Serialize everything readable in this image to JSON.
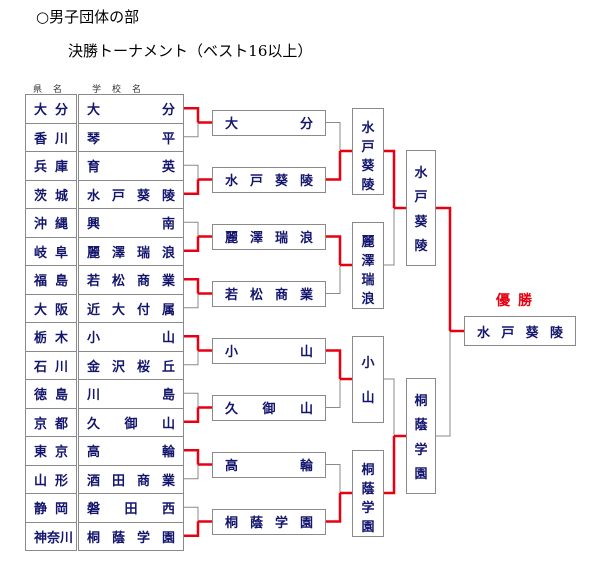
{
  "title": "○男子団体の部",
  "subtitle": "決勝トーナメント（ベスト16以上）",
  "column_headers": {
    "pref": "県　名",
    "school": "学　校　名"
  },
  "entries": [
    {
      "pref": "大分",
      "school": "大分"
    },
    {
      "pref": "香川",
      "school": "琴平"
    },
    {
      "pref": "兵庫",
      "school": "育英"
    },
    {
      "pref": "茨城",
      "school": "水戸葵陵"
    },
    {
      "pref": "沖縄",
      "school": "興南"
    },
    {
      "pref": "岐阜",
      "school": "麗澤瑞浪"
    },
    {
      "pref": "福島",
      "school": "若松商業"
    },
    {
      "pref": "大阪",
      "school": "近大付属"
    },
    {
      "pref": "栃木",
      "school": "小山"
    },
    {
      "pref": "石川",
      "school": "金沢桜丘"
    },
    {
      "pref": "徳島",
      "school": "川島"
    },
    {
      "pref": "京都",
      "school": "久御山"
    },
    {
      "pref": "東京",
      "school": "高輪"
    },
    {
      "pref": "山形",
      "school": "酒田商業"
    },
    {
      "pref": "静岡",
      "school": "磐田西"
    },
    {
      "pref": "神奈川",
      "school": "桐蔭学園"
    }
  ],
  "round2": [
    "大分",
    "水戸葵陵",
    "麗澤瑞浪",
    "若松商業",
    "小山",
    "久御山",
    "高輪",
    "桐蔭学園"
  ],
  "semifinals": [
    "水戸葵陵",
    "麗澤瑞浪",
    "小山",
    "桐蔭学園"
  ],
  "final": [
    "水戸葵陵",
    "桐蔭学園"
  ],
  "winner_label": "優勝",
  "champion": "水戸葵陵",
  "colors": {
    "win_line": "#e60012",
    "lose_line": "#8a8a8a",
    "text": "#14166e"
  }
}
